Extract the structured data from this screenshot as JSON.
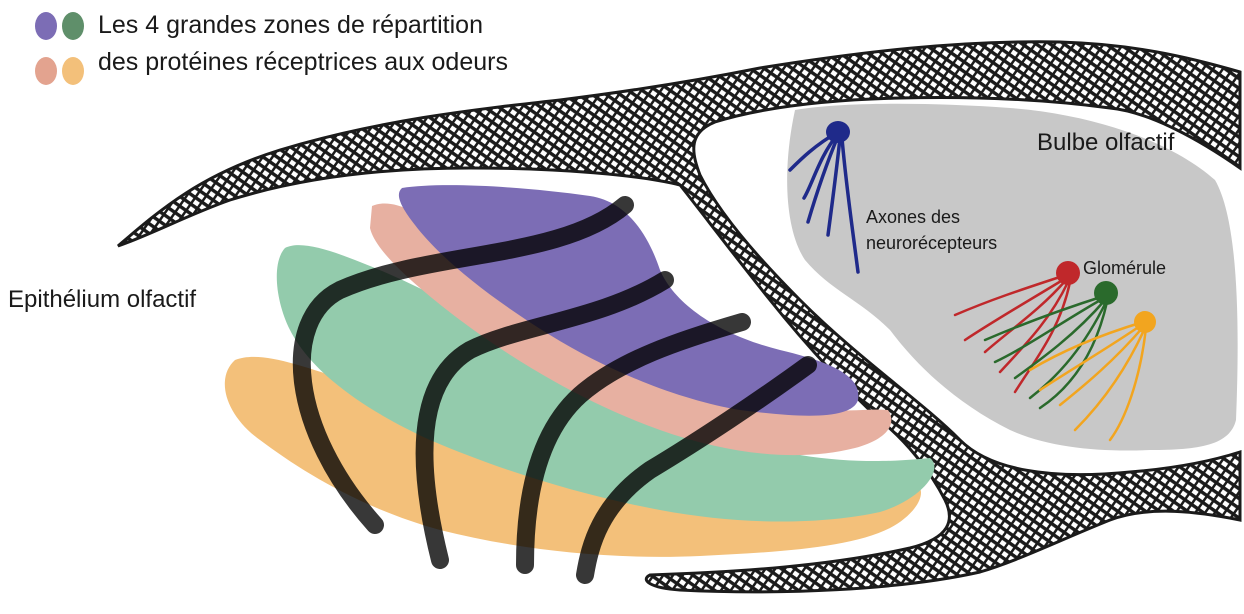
{
  "legend": {
    "line1": "Les  4 grandes zones de répartition",
    "line2": "des protéines réceptrices aux odeurs"
  },
  "labels": {
    "epithelium": "Epithélium olfactif",
    "bulb": "Bulbe olfactif",
    "axons_line1": "Axones des",
    "axons_line2": "neurorécepteurs",
    "glomerule": "Glomérule"
  },
  "colors": {
    "zone_purple": "#7c6db5",
    "zone_green": "#5f8f6a",
    "zone_pink": "#e3a38f",
    "zone_orange": "#f3c07a",
    "bone": "#1b1b1b",
    "bulb_fill": "#c8c8c8",
    "axon_blue": "#1f2a8a",
    "glom_red": "#c0282b",
    "glom_green": "#2a6a2c",
    "glom_orange": "#f2a51f"
  }
}
